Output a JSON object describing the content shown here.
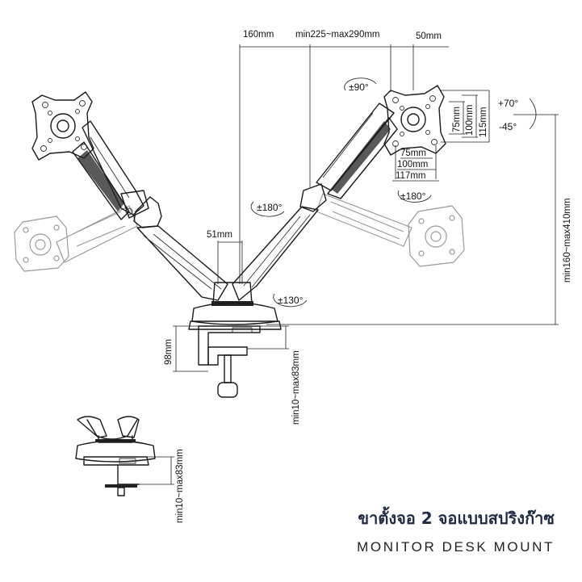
{
  "dimensions": {
    "arm_offset": "160mm",
    "arm_reach": "min225~max290mm",
    "head_offset": "50mm",
    "vesa_h_75": "75mm",
    "vesa_h_100": "100mm",
    "vesa_h_115": "115mm",
    "vesa_w_75": "75mm",
    "vesa_w_100": "100mm",
    "vesa_w_117": "117mm",
    "pole_width": "51mm",
    "height_range": "min160~max410mm",
    "clamp_height": "98mm",
    "desk_thickness": "min10~max83mm",
    "desk_thickness_inset": "min10~max83mm"
  },
  "rotations": {
    "rotate_top": "±90°",
    "rotate_left": "±180°",
    "rotate_right": "±180°",
    "rotate_base": "±130°",
    "tilt_up": "+70°",
    "tilt_down": "-45°"
  },
  "title": {
    "thai": "ขาตั้งจอ 2 จอแบบสปริงก๊าซ",
    "english": "MONITOR DESK MOUNT"
  }
}
